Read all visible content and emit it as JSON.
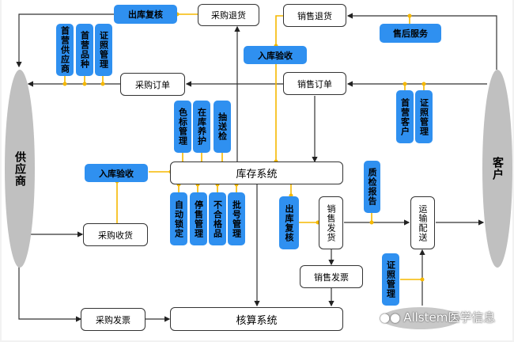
{
  "diagram": {
    "entities": {
      "supplier": "供应商",
      "customer": "客户"
    },
    "systems": {
      "inventory": "库存系统",
      "accounting": "核算系统"
    },
    "process_nodes": {
      "purchase_return": "采购退货",
      "purchase_order": "采购订单",
      "purchase_receipt": "采购收货",
      "purchase_invoice": "采购发票",
      "sales_return": "销售退货",
      "sales_order": "销售订单",
      "sales_delivery": "销售发货",
      "sales_invoice": "销售发票",
      "transport_delivery": "运输配送"
    },
    "control_points": {
      "outbound_review_top": "出库复核",
      "first_supplier": "首营供应商",
      "first_product": "首营品种",
      "license_mgmt_supplier": "证照管理",
      "inbound_check_top": "入库验收",
      "after_sales": "售后服务",
      "first_customer": "首营客户",
      "license_mgmt_customer": "证照管理",
      "color_label_mgmt": "色标管理",
      "in_stock_maintenance": "在库养护",
      "sampling_inspection": "抽送检",
      "inbound_check_left": "入库验收",
      "auto_lock": "自动锁定",
      "sales_stop_mgmt": "停售管理",
      "nonconforming": "不合格品",
      "batch_mgmt": "批号管理",
      "outbound_review_mid": "出库复核",
      "qc_report": "质检报告",
      "license_mgmt_delivery": "证照管理"
    },
    "watermark": "Allstem医学信息"
  },
  "colors": {
    "control_blue": "#2f90f0",
    "connector_yellow": "#f5b800",
    "entity_gray": "#c0c0c0",
    "line_dark": "#333333"
  }
}
